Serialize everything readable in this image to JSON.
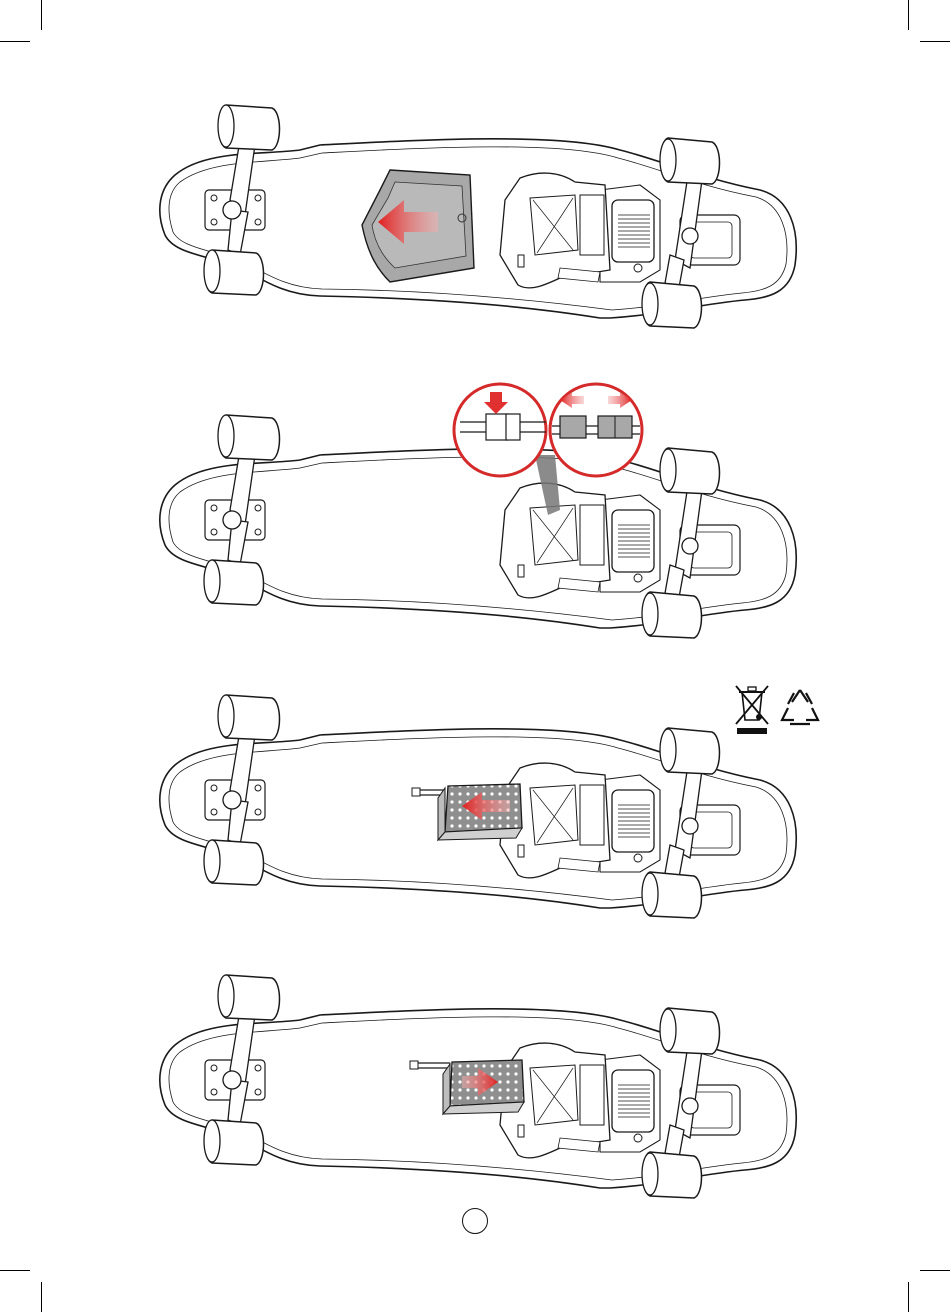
{
  "document": {
    "type": "instruction-sheet",
    "steps": [
      {
        "name": "remove-battery-cover",
        "arrow_direction": "left"
      },
      {
        "name": "disconnect-battery-connector",
        "arrow_direction": "apart"
      },
      {
        "name": "remove-battery-pack",
        "arrow_direction": "left"
      },
      {
        "name": "insert-battery-pack",
        "arrow_direction": "right"
      }
    ],
    "icons": [
      "weee-crossed-bin-icon",
      "recycle-icon"
    ],
    "page_marker_text": "",
    "colors": {
      "arrow_red": "#e03030",
      "callout_red": "#d42a2a",
      "line": "#1a1a1a",
      "battery_gray": "#9a9a9a"
    }
  }
}
